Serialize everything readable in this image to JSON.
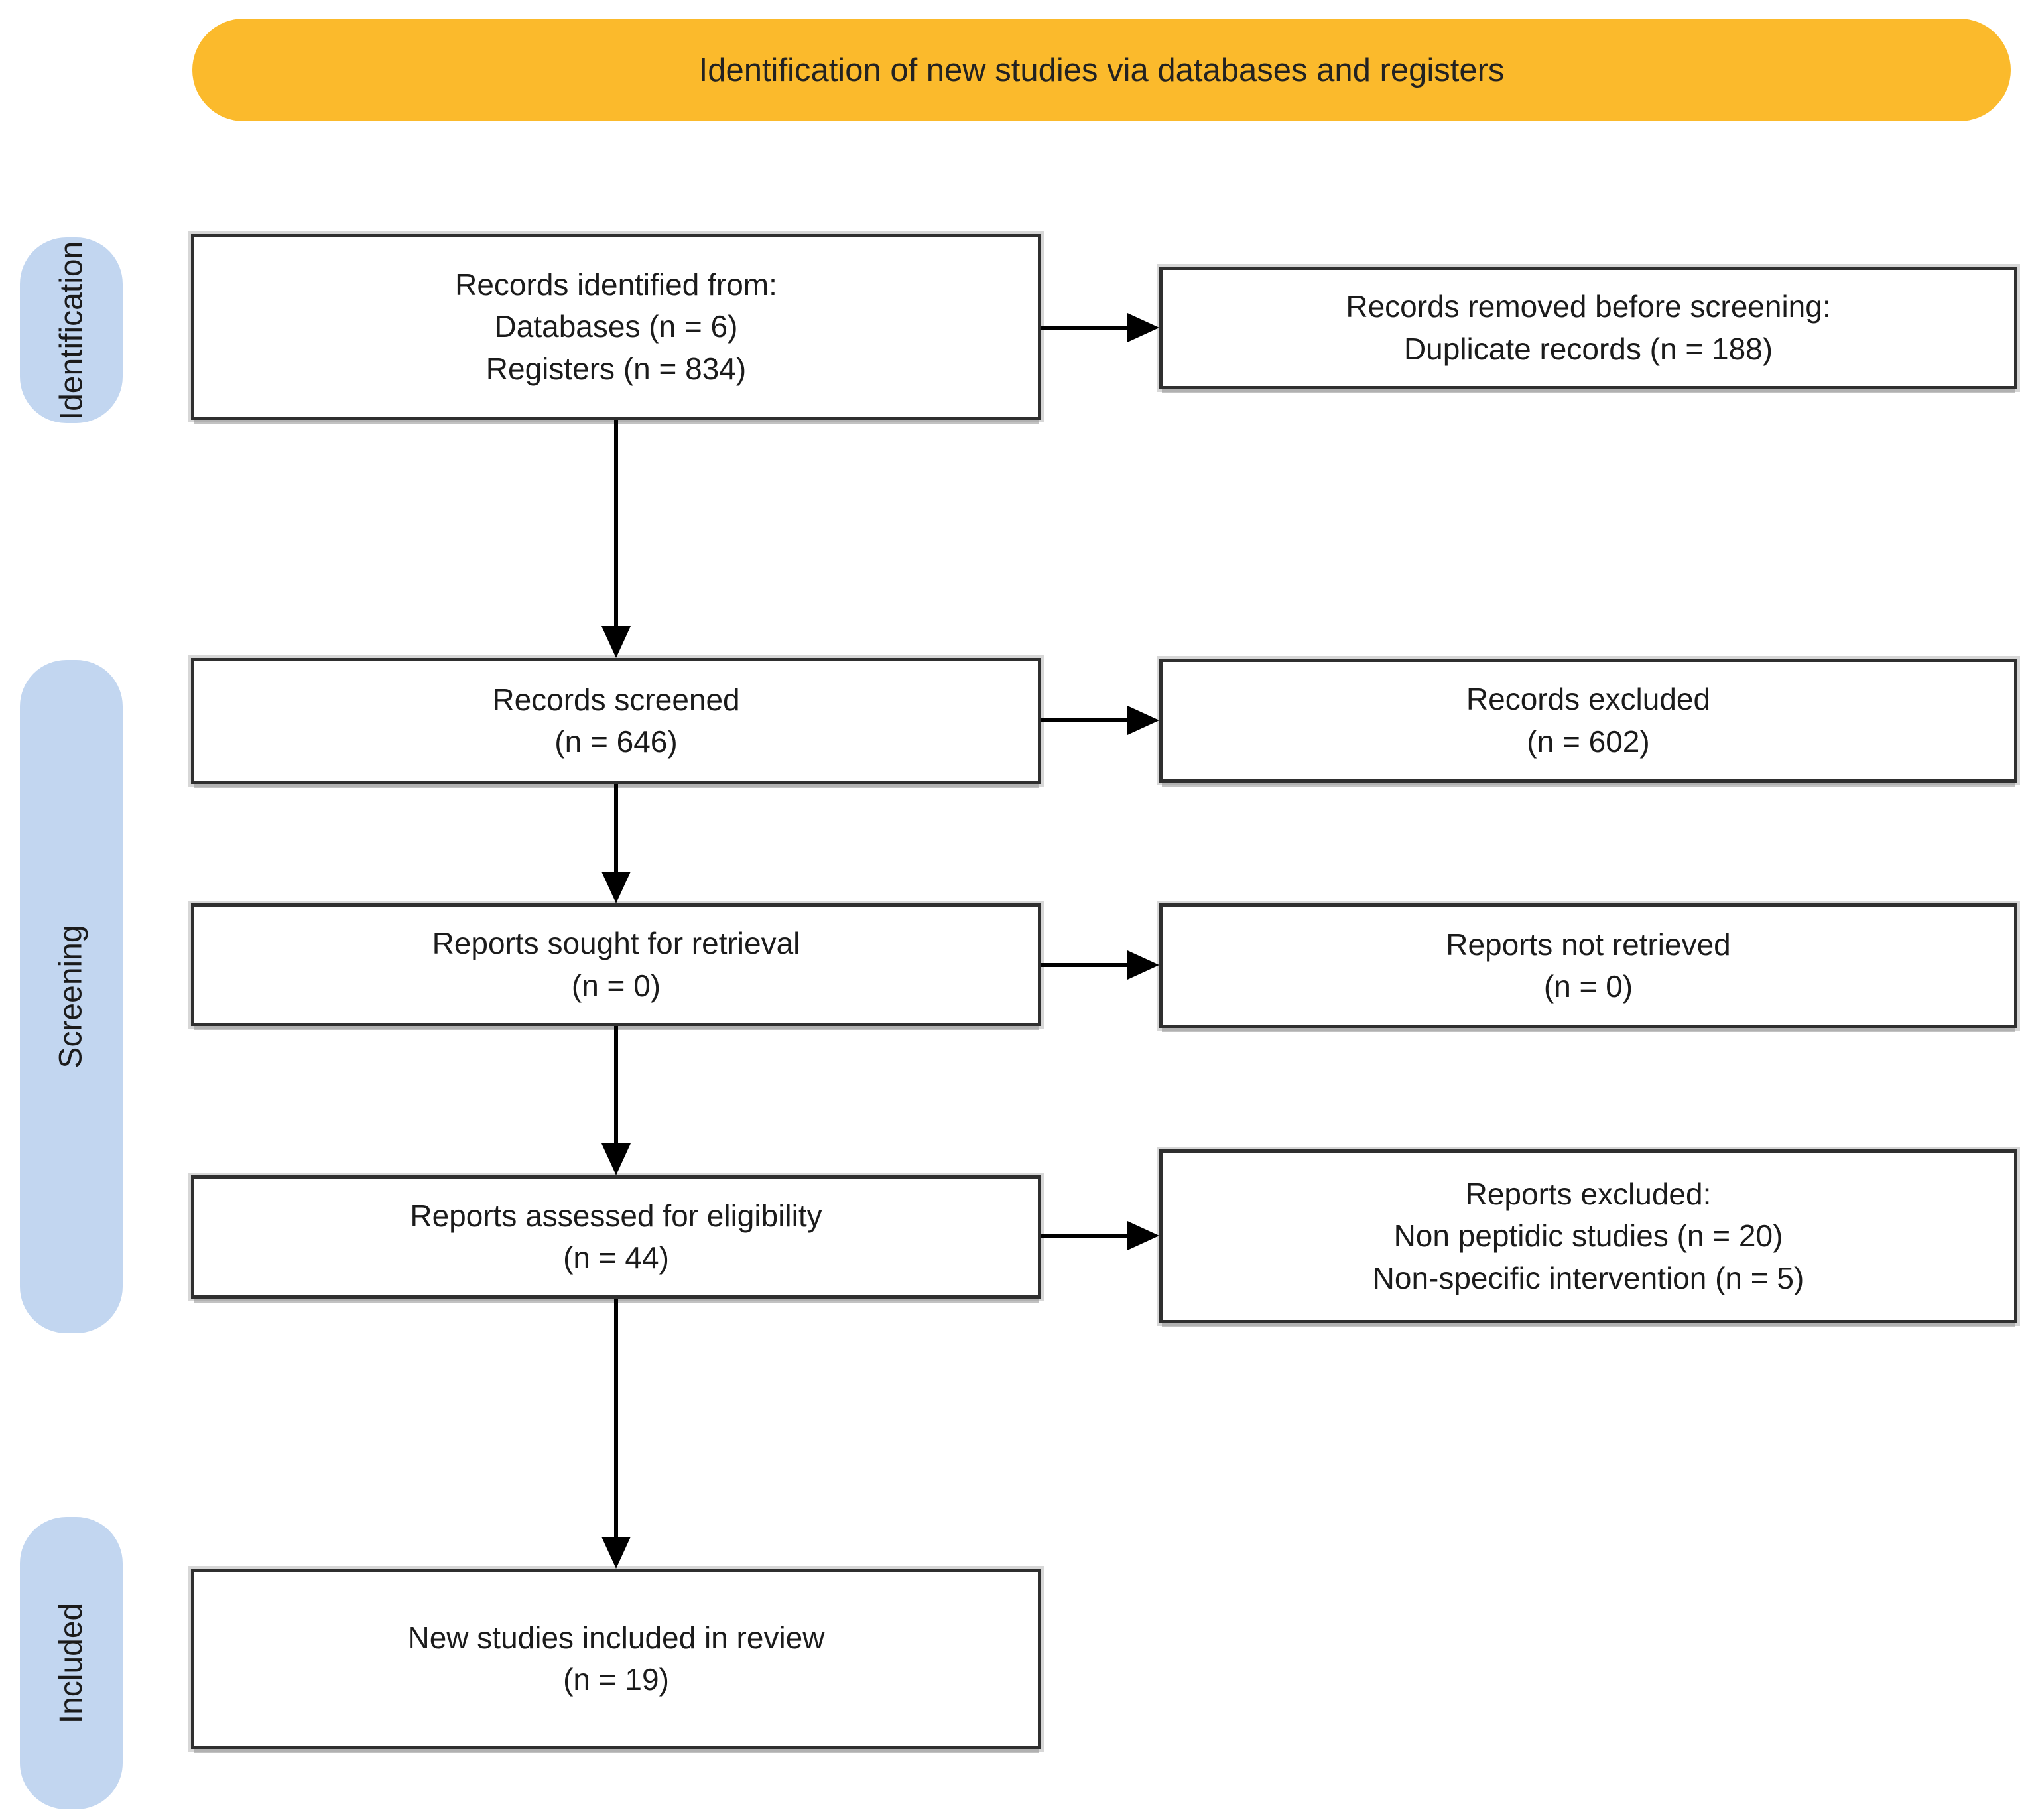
{
  "banner": {
    "label": "Identification of new studies via databases and registers"
  },
  "stages": [
    {
      "label": "Identification"
    },
    {
      "label": "Screening"
    },
    {
      "label": "Included"
    }
  ],
  "process_boxes": [
    {
      "lines": [
        "Records identified from:",
        "Databases (n = 6)",
        "Registers (n = 834)"
      ]
    },
    {
      "lines": [
        "Records screened",
        "(n = 646)"
      ]
    },
    {
      "lines": [
        "Reports sought for retrieval",
        "(n = 0)"
      ]
    },
    {
      "lines": [
        "Reports assessed for eligibility",
        "(n = 44)"
      ]
    },
    {
      "lines": [
        "New studies included in review",
        "(n = 19)"
      ]
    }
  ],
  "exclusion_boxes": [
    {
      "lines": [
        "Records removed before screening:",
        "Duplicate records (n = 188)"
      ]
    },
    {
      "lines": [
        "Records excluded",
        "(n = 602)"
      ]
    },
    {
      "lines": [
        "Reports not retrieved",
        "(n = 0)"
      ]
    },
    {
      "lines": [
        "Reports excluded:",
        "Non peptidic studies (n = 20)",
        "Non-specific intervention (n = 5)"
      ]
    }
  ],
  "colors": {
    "banner_bg": "#FBBA2C",
    "stage_bg": "#C2D6F0",
    "box_border": "#2F2F2F",
    "arrow": "#000000",
    "text": "#1B1B1B",
    "background": "#FFFFFF"
  }
}
